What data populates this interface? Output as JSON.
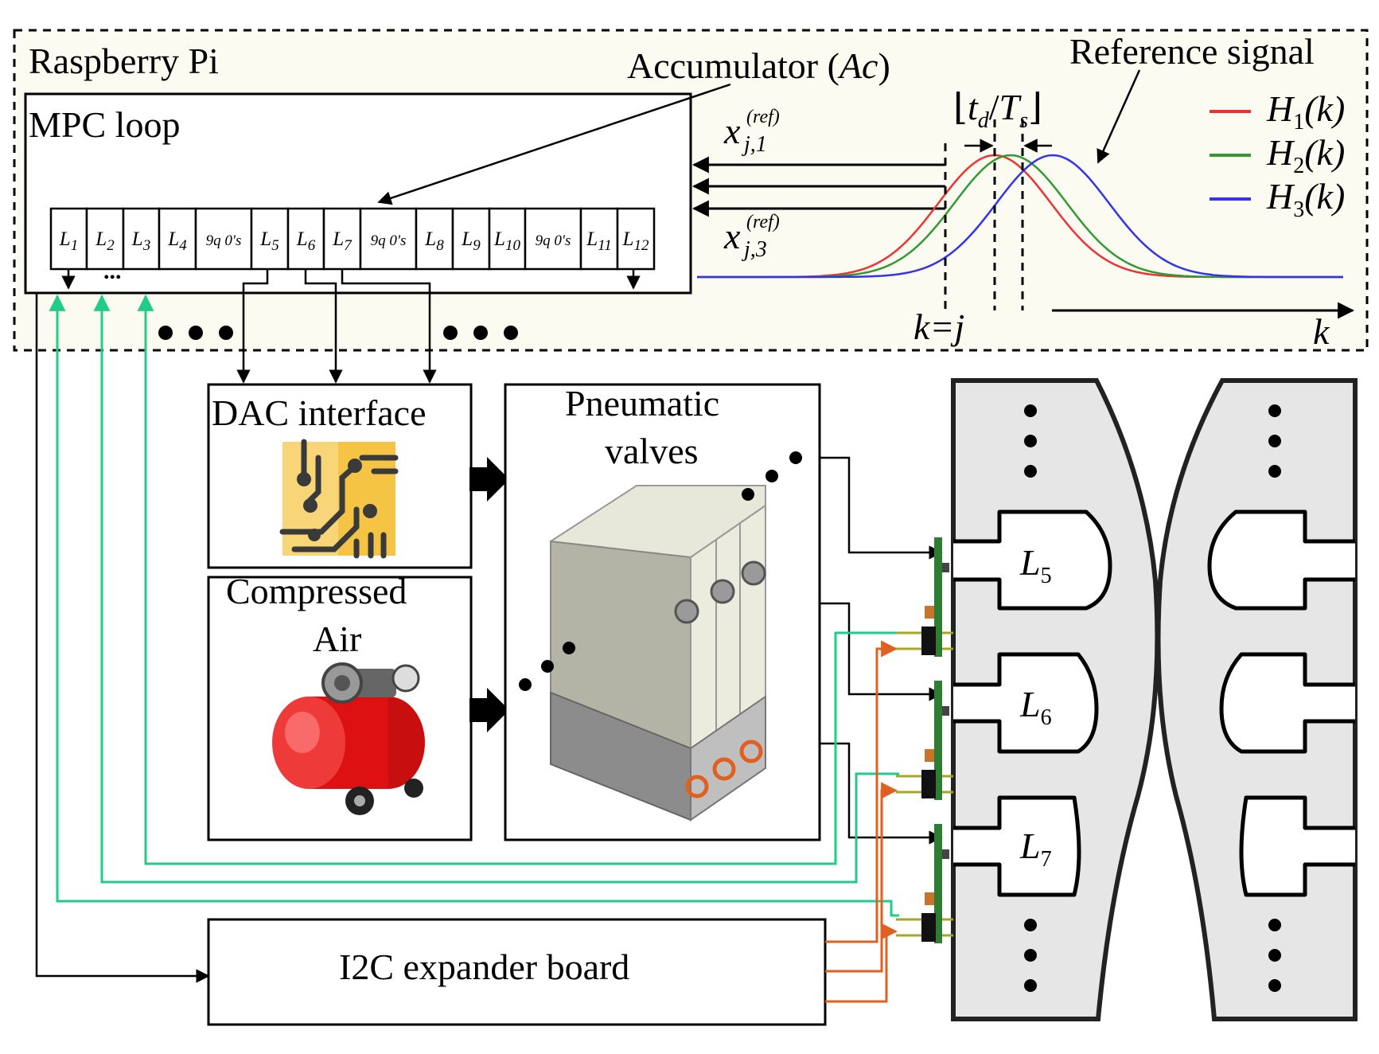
{
  "raspberry_pi": {
    "title": "Raspberry Pi"
  },
  "mpc": {
    "title": "MPC loop",
    "cells": [
      "L1",
      "L2",
      "L3",
      "L4",
      "9q 0's",
      "L5",
      "L6",
      "L7",
      "9q 0's",
      "L8",
      "L9",
      "L10",
      "9q 0's",
      "L11",
      "L12"
    ],
    "ellipsis": "..."
  },
  "accumulator": {
    "label": "Accumulator (",
    "symbol": "Ac",
    "close": ")"
  },
  "reference": {
    "title": "Reference signal",
    "x_top": "x",
    "x_top_sub": "j,1",
    "x_top_sup": "(ref)",
    "x_bot": "x",
    "x_bot_sub": "j,3",
    "x_bot_sup": "(ref)",
    "delay_label": "⌊t_d/T_s⌋",
    "kj_label": "k=j",
    "k_axis": "k",
    "legend": [
      {
        "name": "H1(k)",
        "main": "H",
        "sub": "1",
        "rest": "(k)",
        "color": "#ee3333"
      },
      {
        "name": "H2(k)",
        "main": "H",
        "sub": "2",
        "rest": "(k)",
        "color": "#339933"
      },
      {
        "name": "H3(k)",
        "main": "H",
        "sub": "3",
        "rest": "(k)",
        "color": "#3333ee"
      }
    ]
  },
  "blocks": {
    "dac": "DAC interface",
    "compressed_air_line1": "Compressed",
    "compressed_air_line2": "Air",
    "valves_line1": "Pneumatic",
    "valves_line2": "valves",
    "i2c": "I2C expander board"
  },
  "actuators": [
    {
      "main": "L",
      "sub": "5"
    },
    {
      "main": "L",
      "sub": "6"
    },
    {
      "main": "L",
      "sub": "7"
    }
  ],
  "colors": {
    "sensor_wire": "#22cc88",
    "i2c_wire": "#e06020",
    "pcb": "#2e7d32",
    "finger": "#e6e6e6",
    "dac_icon": "#f5c445",
    "compressor": "#dd1111"
  }
}
